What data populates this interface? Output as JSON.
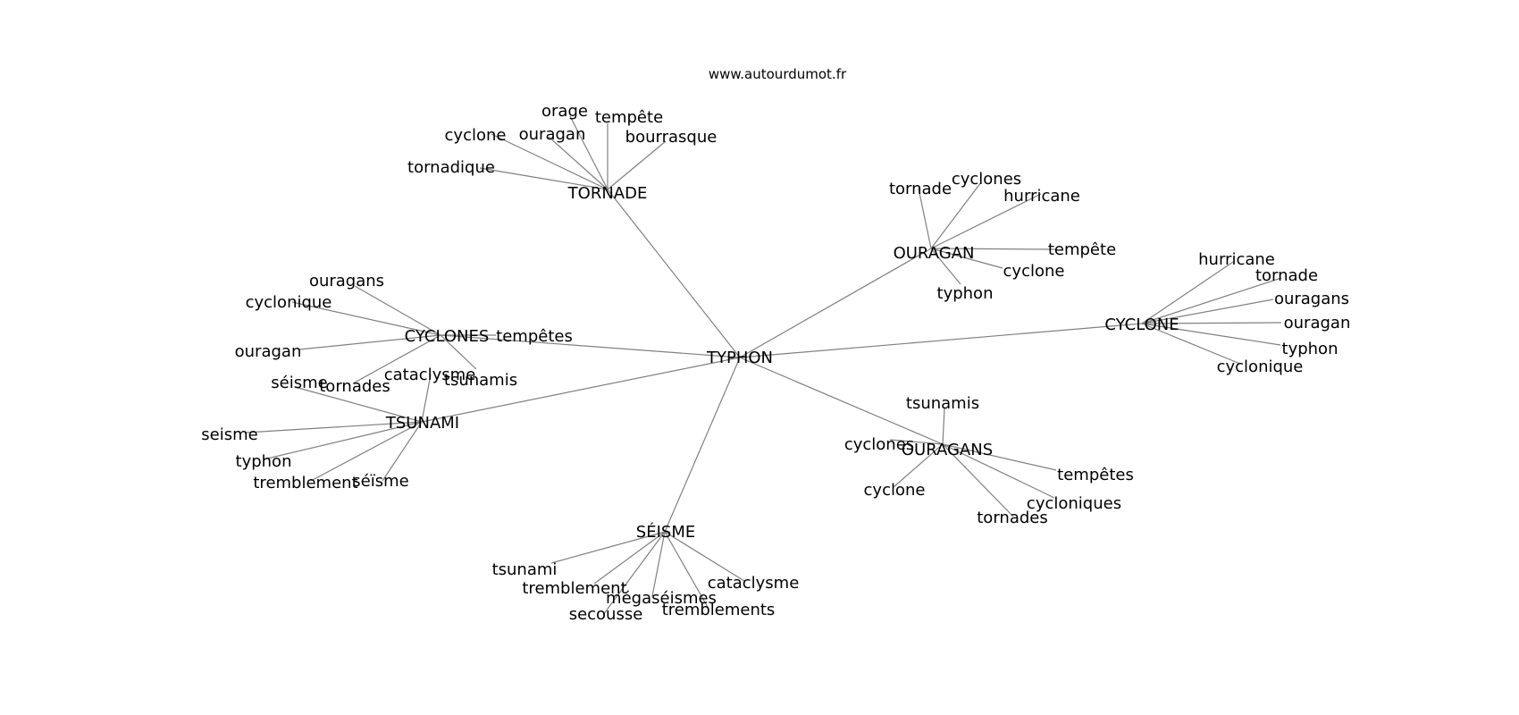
{
  "site": "www.autourdumot.fr",
  "root": "TYPHON",
  "clusters": [
    {
      "label": "TORNADE",
      "leaves": [
        "orage",
        "tempête",
        "bourrasque",
        "cyclone",
        "ouragan",
        "tornadique"
      ]
    },
    {
      "label": "OURAGAN",
      "leaves": [
        "tornade",
        "cyclones",
        "hurricane",
        "tempête",
        "cyclone",
        "typhon"
      ]
    },
    {
      "label": "CYCLONE",
      "leaves": [
        "hurricane",
        "tornade",
        "ouragans",
        "ouragan",
        "typhon",
        "cyclonique"
      ]
    },
    {
      "label": "CYCLONES",
      "leaves": [
        "ouragans",
        "cyclonique",
        "ouragan",
        "tempêtes",
        "tornades",
        "tsunamis"
      ]
    },
    {
      "label": "TSUNAMI",
      "leaves": [
        "séisme",
        "cataclysme",
        "seisme",
        "typhon",
        "tremblement",
        "séïsme"
      ]
    },
    {
      "label": "SÉISME",
      "leaves": [
        "tsunami",
        "tremblement",
        "mégaséismes",
        "secousse",
        "tremblements",
        "cataclysme"
      ]
    },
    {
      "label": "OURAGANS",
      "leaves": [
        "tsunamis",
        "cyclones",
        "cyclone",
        "tempêtes",
        "cycloniques",
        "tornades"
      ]
    }
  ]
}
